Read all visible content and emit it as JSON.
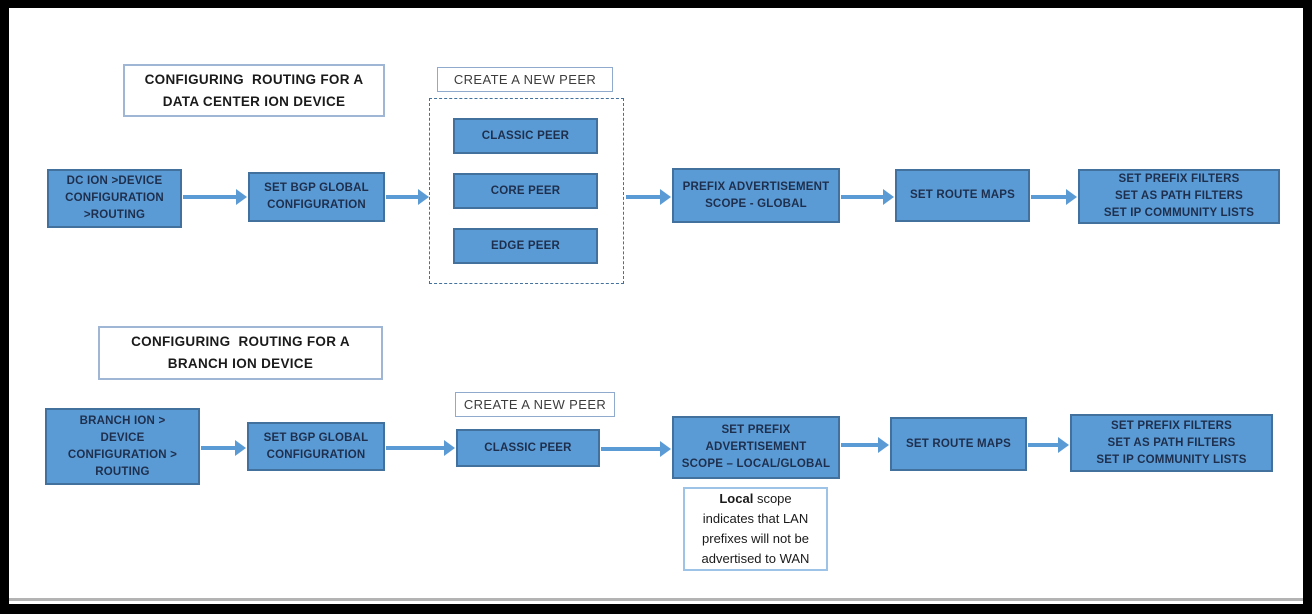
{
  "colors": {
    "node_fill": "#5B9BD5",
    "node_border": "#41719C",
    "node_text": "#1E2F4D",
    "arrow": "#5B9BD5",
    "title_border": "#9FB6D4",
    "note_border": "#9DC3E6",
    "frame": "#000000"
  },
  "dc_flow": {
    "title": "CONFIGURING  ROUTING FOR A\nDATA CENTER ION DEVICE",
    "start": "DC ION >DEVICE\nCONFIGURATION\n>ROUTING",
    "set_bgp": "SET BGP GLOBAL\nCONFIGURATION",
    "create_peer_label": "CREATE A NEW PEER",
    "peers": [
      "CLASSIC PEER",
      "CORE PEER",
      "EDGE PEER"
    ],
    "prefix_scope": "PREFIX ADVERTISEMENT\nSCOPE - GLOBAL",
    "route_maps": "SET ROUTE MAPS",
    "filters": "SET PREFIX FILTERS\nSET AS PATH FILTERS\nSET IP COMMUNITY LISTS"
  },
  "branch_flow": {
    "title": "CONFIGURING  ROUTING FOR A\nBRANCH ION DEVICE",
    "start": "BRANCH ION >\nDEVICE\nCONFIGURATION >\nROUTING",
    "set_bgp": "SET BGP GLOBAL\nCONFIGURATION",
    "create_peer_label": "CREATE A NEW PEER",
    "peer": "CLASSIC PEER",
    "prefix_scope": "SET PREFIX\nADVERTISEMENT\nSCOPE – LOCAL/GLOBAL",
    "route_maps": "SET ROUTE MAPS",
    "filters": "SET PREFIX FILTERS\nSET AS PATH FILTERS\nSET IP COMMUNITY LISTS",
    "note": {
      "bold": "Local",
      "rest": " scope\nindicates that LAN\nprefixes will not be\nadvertised to WAN"
    }
  }
}
